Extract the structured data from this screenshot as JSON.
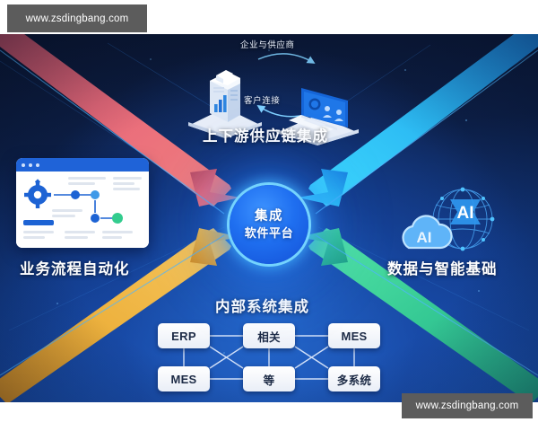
{
  "watermark": {
    "top_text": "www.zsdingbang.com",
    "bottom_text": "www.zsdingbang.com"
  },
  "center_hub": {
    "line1": "集成",
    "line2": "软件平台",
    "name": "integration-software-platform"
  },
  "quadrant_labels": {
    "top": "上下游供应链集成",
    "left": "业务流程自动化",
    "right": "数据与智能基础",
    "bottom": "内部系统集成"
  },
  "supply_chain": {
    "top_arrow_label": "企业与供应商",
    "bottom_arrow_label": "客户连接"
  },
  "ai_art": {
    "cloud_text": "AI",
    "chip_text": "AI"
  },
  "internal_systems": {
    "rows": [
      [
        "ERP",
        "相关",
        "MES"
      ],
      [
        "MES",
        "等",
        "多系统"
      ]
    ]
  },
  "colors": {
    "hub_blue": "#1f6ff0",
    "arrow_red": "#e8697a",
    "arrow_cyan": "#28c4f5",
    "arrow_orange": "#f0b23c",
    "arrow_green": "#3ed99a",
    "background_deep": "#0b1733",
    "background_bright": "#1b56bb"
  }
}
